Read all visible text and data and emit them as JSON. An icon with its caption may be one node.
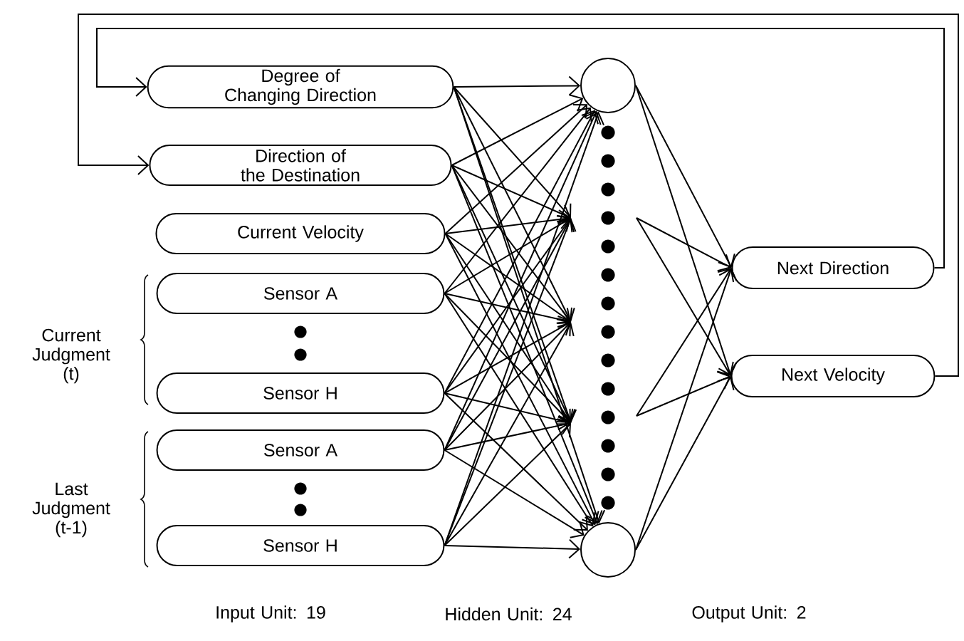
{
  "diagram": {
    "nodes": [
      {
        "text": [
          "Degree of Changing Direction"
        ]
      },
      {
        "text": [
          "Direction of the Destination"
        ]
      },
      {
        "text": [
          "Current Velocity"
        ]
      },
      {
        "text": [
          "Sensor A"
        ]
      },
      {
        "text": [
          "Sensor H"
        ]
      },
      {
        "text": [
          "Sensor A"
        ]
      },
      {
        "text": [
          "Sensor H"
        ]
      },
      {
        "text": [],
        "shape": "circle"
      },
      {
        "text": [],
        "shape": "circle"
      },
      {
        "text": [
          "Next Direction"
        ]
      },
      {
        "text": [
          "Next Velocity"
        ]
      }
    ],
    "edges": [
      {
        "from": 0,
        "to": 7,
        "arrow": "to"
      },
      {
        "from": 0,
        "to": null,
        "arrow": "to"
      },
      {
        "from": 0,
        "to": null,
        "arrow": "to"
      },
      {
        "from": 0,
        "to": null,
        "arrow": "to"
      },
      {
        "from": 0,
        "to": 8,
        "arrow": "to"
      },
      {
        "from": 1,
        "to": 7,
        "arrow": "to"
      },
      {
        "from": 1,
        "to": null,
        "arrow": "to"
      },
      {
        "from": 1,
        "to": null,
        "arrow": "to"
      },
      {
        "from": 1,
        "to": null,
        "arrow": "to"
      },
      {
        "from": 1,
        "to": 8,
        "arrow": "to"
      },
      {
        "from": 2,
        "to": 7,
        "arrow": "to"
      },
      {
        "from": 2,
        "to": null,
        "arrow": "to"
      },
      {
        "from": 2,
        "to": null,
        "arrow": "to"
      },
      {
        "from": 2,
        "to": null,
        "arrow": "to"
      },
      {
        "from": 2,
        "to": 8,
        "arrow": "to"
      },
      {
        "from": 3,
        "to": 7,
        "arrow": "to"
      },
      {
        "from": 3,
        "to": null,
        "arrow": "to"
      },
      {
        "from": 3,
        "to": null,
        "arrow": "to"
      },
      {
        "from": 3,
        "to": null,
        "arrow": "to"
      },
      {
        "from": 3,
        "to": 8,
        "arrow": "to"
      },
      {
        "from": 4,
        "to": 7,
        "arrow": "to"
      },
      {
        "from": 4,
        "to": null,
        "arrow": "to"
      },
      {
        "from": 4,
        "to": null,
        "arrow": "to"
      },
      {
        "from": 4,
        "to": null,
        "arrow": "to"
      },
      {
        "from": 4,
        "to": 8,
        "arrow": "to"
      },
      {
        "from": 5,
        "to": 7,
        "arrow": "to"
      },
      {
        "from": 5,
        "to": null,
        "arrow": "to"
      },
      {
        "from": 5,
        "to": null,
        "arrow": "to"
      },
      {
        "from": 5,
        "to": null,
        "arrow": "to"
      },
      {
        "from": 5,
        "to": 8,
        "arrow": "to"
      },
      {
        "from": 6,
        "to": 7,
        "arrow": "to"
      },
      {
        "from": 6,
        "to": null,
        "arrow": "to"
      },
      {
        "from": 6,
        "to": null,
        "arrow": "to"
      },
      {
        "from": 6,
        "to": null,
        "arrow": "to"
      },
      {
        "from": 6,
        "to": 8,
        "arrow": "to"
      },
      {
        "from": 7,
        "to": 9,
        "arrow": "to"
      },
      {
        "from": 7,
        "to": 10,
        "arrow": "to"
      },
      {
        "from": null,
        "to": 9,
        "arrow": "to"
      },
      {
        "from": null,
        "to": 10,
        "arrow": "to"
      },
      {
        "from": null,
        "to": 9,
        "arrow": "to"
      },
      {
        "from": null,
        "to": 10,
        "arrow": "to"
      },
      {
        "from": 8,
        "to": 9,
        "arrow": "to"
      },
      {
        "from": 8,
        "to": 10,
        "arrow": "to"
      },
      {
        "from": 9,
        "to": 0,
        "arrow": "to"
      },
      {
        "from": 10,
        "to": 1,
        "arrow": "to"
      }
    ],
    "labels": [
      "Current Judgment (t)",
      "Last Judgment (t-1)",
      "Input Unit: 19",
      "Hidden Unit: 24",
      "Output Unit: 2"
    ]
  }
}
